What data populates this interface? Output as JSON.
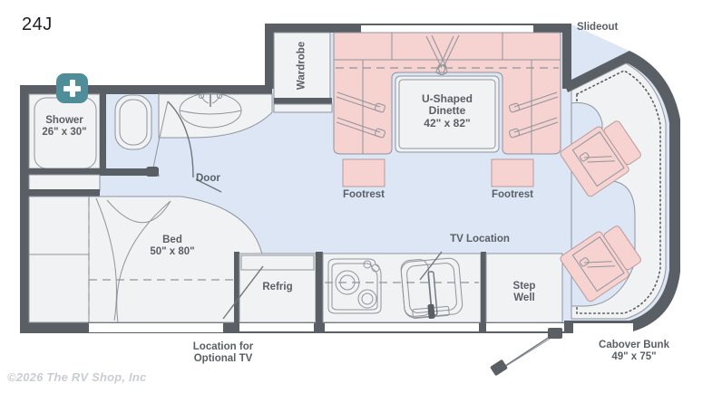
{
  "title": "24J",
  "copyright": "©2026 The RV Shop, Inc",
  "colors": {
    "wall": "#5a5f66",
    "floor_blue": "#dde6f5",
    "upholstery_pink": "#f6d2d1",
    "cabinet_gray": "#f1f2f4",
    "outline": "#8f949b",
    "badge_teal": "#4f8e99",
    "text": "#5a5f66",
    "copyright_gray": "#c9cdd2"
  },
  "badge": {
    "icon": "plus-icon",
    "meaning": "feature-marker"
  },
  "rooms": {
    "shower": {
      "label": "Shower\n26\" x 30\"",
      "name": "Shower",
      "dimensions": "26\" x 30\""
    },
    "wardrobe": {
      "label": "Wardrobe",
      "name": "Wardrobe"
    },
    "dinette": {
      "label": "U-Shaped\nDinette\n42\" x 82\"",
      "name": "U-Shaped Dinette",
      "dimensions": "42\" x 82\""
    },
    "bed": {
      "label": "Bed\n50\" x 80\"",
      "name": "Bed",
      "dimensions": "50\" x 80\""
    },
    "refrig": {
      "label": "Refrig",
      "name": "Refrigerator"
    },
    "stepwell": {
      "label": "Step\nWell",
      "name": "Step Well"
    },
    "cabover": {
      "label": "Cabover Bunk\n49\" x 75\"",
      "name": "Cabover Bunk",
      "dimensions": "49\" x 75\""
    }
  },
  "callouts": {
    "slideout": "Slideout",
    "door": "Door",
    "footrest_left": "Footrest",
    "footrest_right": "Footrest",
    "tv_location": "TV Location",
    "optional_tv": "Location for\nOptional TV"
  },
  "fixtures": [
    {
      "name": "shower-pan",
      "label": "Shower"
    },
    {
      "name": "toilet",
      "label": ""
    },
    {
      "name": "bathroom-sink",
      "label": ""
    },
    {
      "name": "kitchen-sink",
      "label": ""
    },
    {
      "name": "cooktop",
      "label": ""
    },
    {
      "name": "cab-seat-driver",
      "label": ""
    },
    {
      "name": "cab-seat-passenger",
      "label": ""
    },
    {
      "name": "entry-door",
      "label": ""
    }
  ]
}
